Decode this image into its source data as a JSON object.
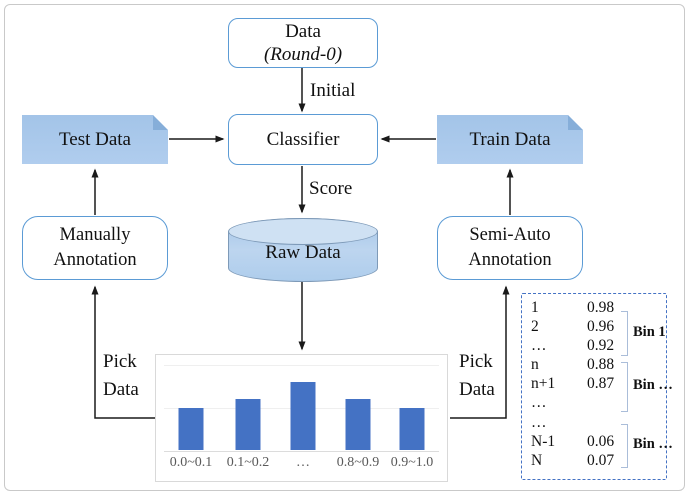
{
  "nodes": {
    "data": {
      "title": "Data",
      "subtitle": "(Round-0)"
    },
    "classifier": {
      "label": "Classifier"
    },
    "test_data": {
      "label": "Test Data"
    },
    "train_data": {
      "label": "Train Data"
    },
    "raw_data": {
      "label": "Raw Data"
    },
    "manual_annotation": {
      "line1": "Manually",
      "line2": "Annotation"
    },
    "semi_auto_annotation": {
      "line1": "Semi-Auto",
      "line2": "Annotation"
    }
  },
  "edges": {
    "initial_label": "Initial",
    "score_label": "Score",
    "pick_left": {
      "line1": "Pick",
      "line2": "Data"
    },
    "pick_right": {
      "line1": "Pick",
      "line2": "Data"
    }
  },
  "bin_panel": {
    "rows": [
      {
        "index": "1",
        "score": "0.98"
      },
      {
        "index": "2",
        "score": "0.96"
      },
      {
        "index": "…",
        "score": "0.92"
      },
      {
        "index": "n",
        "score": "0.88"
      },
      {
        "index": "n+1",
        "score": "0.87"
      },
      {
        "index": "…",
        "score": ""
      },
      {
        "index": "…",
        "score": ""
      },
      {
        "index": "N-1",
        "score": "0.06"
      },
      {
        "index": "N",
        "score": "0.07"
      }
    ],
    "bins": [
      {
        "label": "Bin 1"
      },
      {
        "label": "Bin …"
      },
      {
        "label": "Bin …"
      }
    ]
  },
  "chart_data": {
    "type": "bar",
    "categories": [
      "0.0~0.1",
      "0.1~0.2",
      "…",
      "0.8~0.9",
      "0.9~1.0"
    ],
    "values": [
      0.42,
      0.51,
      0.68,
      0.51,
      0.42
    ],
    "title": "",
    "xlabel": "",
    "ylabel": "",
    "ylim": [
      0,
      1
    ],
    "grid": true,
    "legend": false,
    "note": "score-distribution histogram; y axis unlabeled, values are relative bar heights",
    "bar_color": "#4472c4"
  },
  "colors": {
    "node_border": "#5b9bd5",
    "card_fill": "#a9c8ea",
    "bar": "#4472c4",
    "dashed_border": "#4472c4",
    "arrow": "#1a1a1a",
    "axis_label": "#595959",
    "bracket": "#aabdd9",
    "cylinder_top": "#cfe1f3",
    "cylinder_body": "#aecdec",
    "frame_border": "#c9c9c9"
  }
}
